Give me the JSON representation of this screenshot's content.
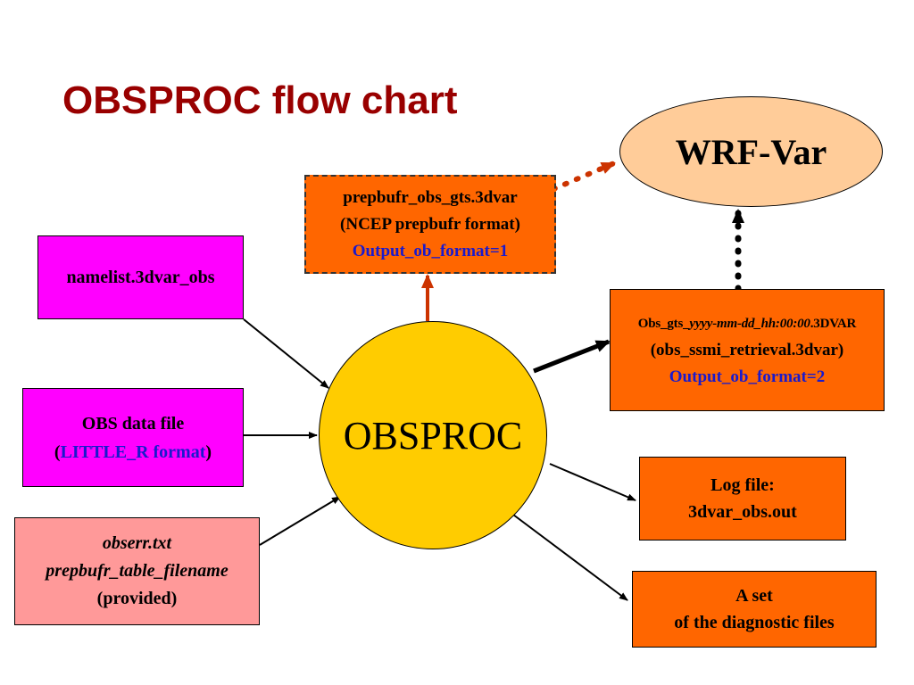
{
  "title": "OBSPROC flow chart",
  "nodes": {
    "namelist": {
      "line1": "namelist.3dvar_obs"
    },
    "obs_data": {
      "line1": "OBS data file",
      "line2_prefix": "(",
      "line2_link": "LITTLE_R format",
      "line2_suffix": ")"
    },
    "obserr": {
      "line1": "obserr.txt",
      "line2": "prepbufr_table_filename",
      "line3": "(provided)"
    },
    "obsproc": {
      "label": "OBSPROC"
    },
    "prepbufr_output": {
      "line1": "prepbufr_obs_gts.3dvar",
      "line2": "(NCEP prepbufr format)",
      "line3": "Output_ob_format=1"
    },
    "wrfvar": {
      "label": "WRF-Var"
    },
    "obs_gts_output": {
      "line1_prefix": "Obs_gts_",
      "line1_italic": "yyyy-mm-dd_hh:00:00",
      "line1_suffix": ".3DVAR",
      "line2": "(obs_ssmi_retrieval.3dvar)",
      "line3": "Output_ob_format=2"
    },
    "log_file": {
      "line1": "Log file:",
      "line2": "3dvar_obs.out"
    },
    "diagnostic": {
      "line1": "A set",
      "line2": "of the diagnostic files"
    }
  },
  "colors": {
    "title": "#990000",
    "input_box": "#ff00ff",
    "output_box": "#ff6600",
    "provided_box": "#ff9999",
    "obsproc_circle": "#ffcc00",
    "wrfvar_ellipse": "#ffcc99",
    "highlight_text": "#1a1acc",
    "orange_arrow": "#cc3300"
  }
}
